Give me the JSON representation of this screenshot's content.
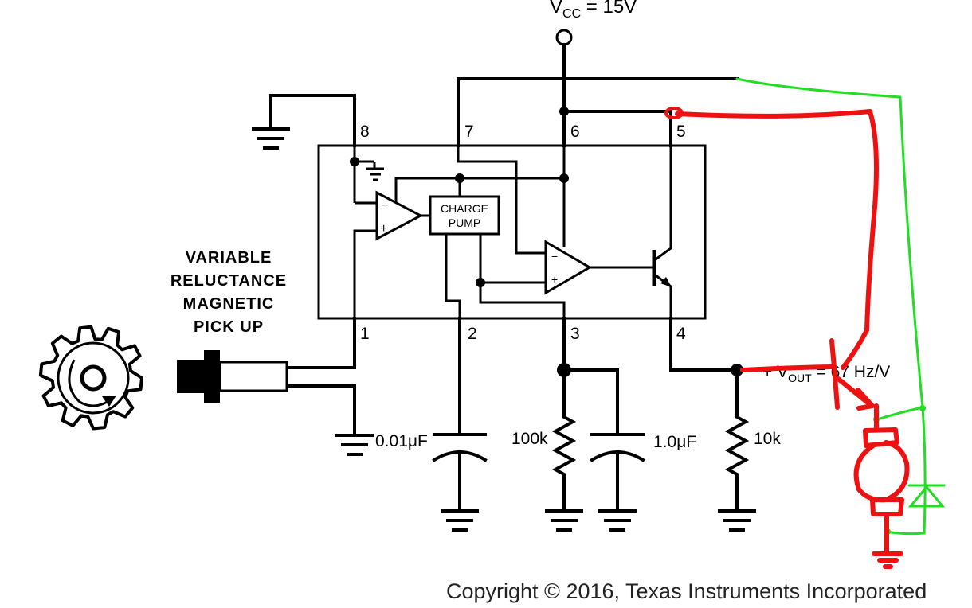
{
  "supply": {
    "prefix": "V",
    "sub": "CC",
    "suffix": " = 15V"
  },
  "pins": [
    "8",
    "7",
    "6",
    "5",
    "1",
    "2",
    "3",
    "4"
  ],
  "charge_pump": {
    "line1": "CHARGE",
    "line2": "PUMP"
  },
  "pickup": {
    "line1": "VARIABLE",
    "line2": "RELUCTANCE",
    "line3": "MAGNETIC",
    "line4": "PICK UP"
  },
  "components": {
    "c1": "0.01μF",
    "r1": "100k",
    "c2": "1.0μF",
    "r2": "10k"
  },
  "output": {
    "prefix": "+ V",
    "sub": "OUT",
    "suffix": " = 67 Hz/V"
  },
  "copyright": "Copyright © 2016, Texas Instruments Incorporated",
  "colors": {
    "annotation_red": "#ee1111",
    "annotation_green": "#22dd22"
  }
}
